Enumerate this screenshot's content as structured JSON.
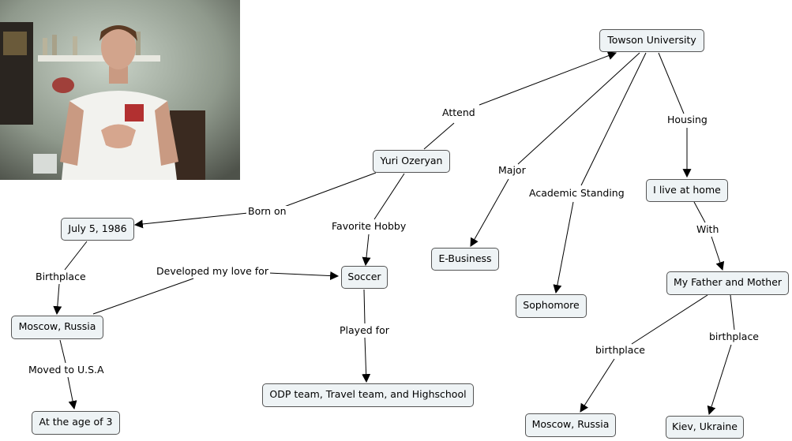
{
  "nodes": {
    "towson": "Towson University",
    "yuri": "Yuri Ozeryan",
    "july": "July 5, 1986",
    "moscow_left": "Moscow, Russia",
    "age3": "At the age of 3",
    "soccer": "Soccer",
    "odp": "ODP team, Travel team, and Highschool",
    "ebusiness": "E-Business",
    "sophomore": "Sophomore",
    "home": "I live at home",
    "parents": "My Father and Mother",
    "moscow_right": "Moscow, Russia",
    "kiev": "Kiev, Ukraine"
  },
  "links": {
    "attend": "Attend",
    "born_on": "Born on",
    "favorite_hobby": "Favorite Hobby",
    "major": "Major",
    "academic_standing": "Academic Standing",
    "housing": "Housing",
    "birthplace_left": "Birthplace",
    "developed": "Developed my love for",
    "moved": "Moved to U.S.A",
    "played_for": "Played for",
    "with": "With",
    "birthplace_mid": "birthplace",
    "birthplace_right": "birthplace"
  },
  "colors": {
    "node_fill": "#eef3f5",
    "node_border": "#555555",
    "line": "#000000"
  }
}
